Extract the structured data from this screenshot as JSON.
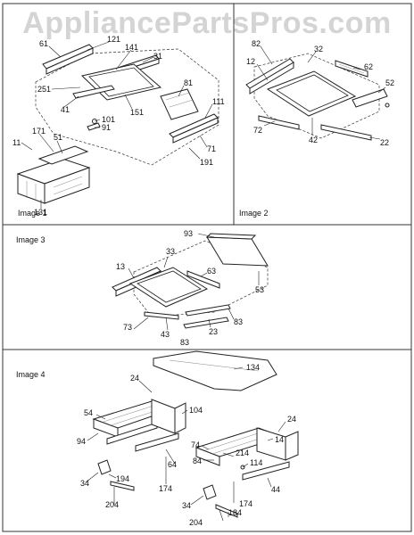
{
  "watermark": "AppliancePartsPros.com",
  "image_labels": [
    "Image 1",
    "Image 2",
    "Image 3",
    "Image 4"
  ],
  "callouts": [
    {
      "id": "61",
      "panel": 1
    },
    {
      "id": "121",
      "panel": 1
    },
    {
      "id": "141",
      "panel": 1
    },
    {
      "id": "31",
      "panel": 1
    },
    {
      "id": "251",
      "panel": 1
    },
    {
      "id": "81",
      "panel": 1
    },
    {
      "id": "41",
      "panel": 1
    },
    {
      "id": "151",
      "panel": 1
    },
    {
      "id": "111",
      "panel": 1
    },
    {
      "id": "101",
      "panel": 1
    },
    {
      "id": "91",
      "panel": 1
    },
    {
      "id": "171",
      "panel": 1
    },
    {
      "id": "51",
      "panel": 1
    },
    {
      "id": "11",
      "panel": 1
    },
    {
      "id": "71",
      "panel": 1
    },
    {
      "id": "191",
      "panel": 1
    },
    {
      "id": "131",
      "panel": 1
    },
    {
      "id": "82",
      "panel": 2
    },
    {
      "id": "32",
      "panel": 2
    },
    {
      "id": "12",
      "panel": 2
    },
    {
      "id": "62",
      "panel": 2
    },
    {
      "id": "52",
      "panel": 2
    },
    {
      "id": "72",
      "panel": 2
    },
    {
      "id": "42",
      "panel": 2
    },
    {
      "id": "22",
      "panel": 2
    },
    {
      "id": "93",
      "panel": 3
    },
    {
      "id": "33",
      "panel": 3
    },
    {
      "id": "13",
      "panel": 3
    },
    {
      "id": "63",
      "panel": 3
    },
    {
      "id": "53",
      "panel": 3
    },
    {
      "id": "73",
      "panel": 3
    },
    {
      "id": "43",
      "panel": 3
    },
    {
      "id": "83",
      "panel": 3
    },
    {
      "id": "23",
      "panel": 3
    },
    {
      "id": "83",
      "panel": 3
    },
    {
      "id": "134",
      "panel": 4
    },
    {
      "id": "24",
      "panel": 4
    },
    {
      "id": "104",
      "panel": 4
    },
    {
      "id": "54",
      "panel": 4
    },
    {
      "id": "24",
      "panel": 4
    },
    {
      "id": "74",
      "panel": 4
    },
    {
      "id": "14",
      "panel": 4
    },
    {
      "id": "94",
      "panel": 4
    },
    {
      "id": "214",
      "panel": 4
    },
    {
      "id": "84",
      "panel": 4
    },
    {
      "id": "114",
      "panel": 4
    },
    {
      "id": "64",
      "panel": 4
    },
    {
      "id": "34",
      "panel": 4
    },
    {
      "id": "194",
      "panel": 4
    },
    {
      "id": "174",
      "panel": 4
    },
    {
      "id": "44",
      "panel": 4
    },
    {
      "id": "34",
      "panel": 4
    },
    {
      "id": "174",
      "panel": 4
    },
    {
      "id": "204",
      "panel": 4
    },
    {
      "id": "184",
      "panel": 4
    },
    {
      "id": "204",
      "panel": 4
    }
  ]
}
